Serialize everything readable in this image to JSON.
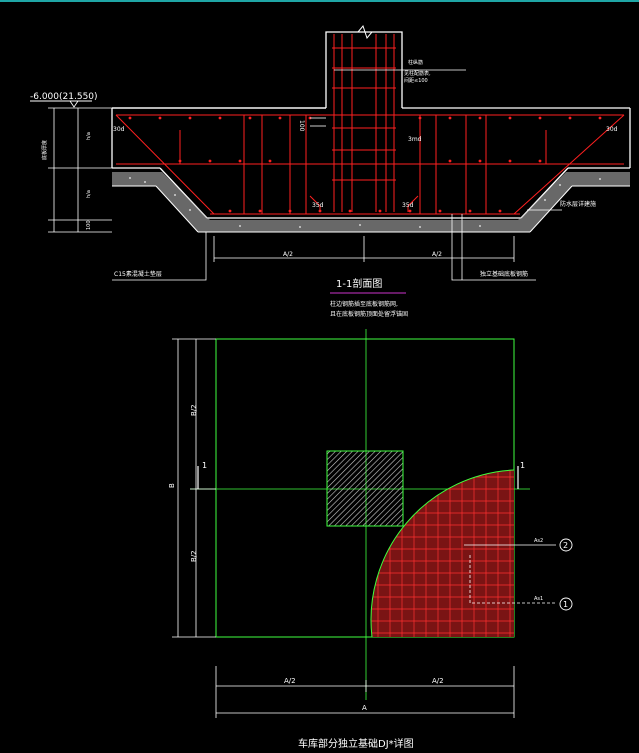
{
  "section": {
    "elevation_label": "-6.000(21.550)",
    "title": "1-1剖面图",
    "note_line1": "柱边钢筋插至底板钢筋网,",
    "note_line2": "且在底板钢筋顶面处留浮锚固",
    "half_width_left": "A/2",
    "half_width_right": "A/2",
    "dim_100": "100",
    "dim_30d_left": "30d",
    "dim_30d_right": "30d",
    "dim_35d_left": "35d",
    "dim_35d_right": "35d",
    "dim_3md": "3md",
    "dim_left_upper": "底板厚度",
    "dim_left_lower": "h/a",
    "dim_bottom_small": "100",
    "leader_column": "柱纵筋",
    "leader_column2": "见柱配筋表,",
    "leader_column3": "间距≤100",
    "leader_left_bottom": "C15素混凝土垫层",
    "leader_right_bottom": "独立基础底板钢筋",
    "leader_right_mid": "防水层详建施"
  },
  "plan": {
    "title": "车库部分独立基础DJ*详图",
    "dim_b": "B",
    "dim_b_half_top": "B/2",
    "dim_b_half_bottom": "B/2",
    "dim_a": "A",
    "dim_a_half_left": "A/2",
    "dim_a_half_right": "A/2",
    "section_mark_left": "1",
    "section_mark_right": "1",
    "callout_1": "1",
    "callout_2": "2",
    "rebar_label_1": "As1",
    "rebar_label_2": "As2"
  },
  "colors": {
    "concrete_outline": "#ffffff",
    "rebar": "#ff2020",
    "dimension": "#00ff00",
    "text": "#ffffff",
    "accent": "#cc33cc"
  }
}
